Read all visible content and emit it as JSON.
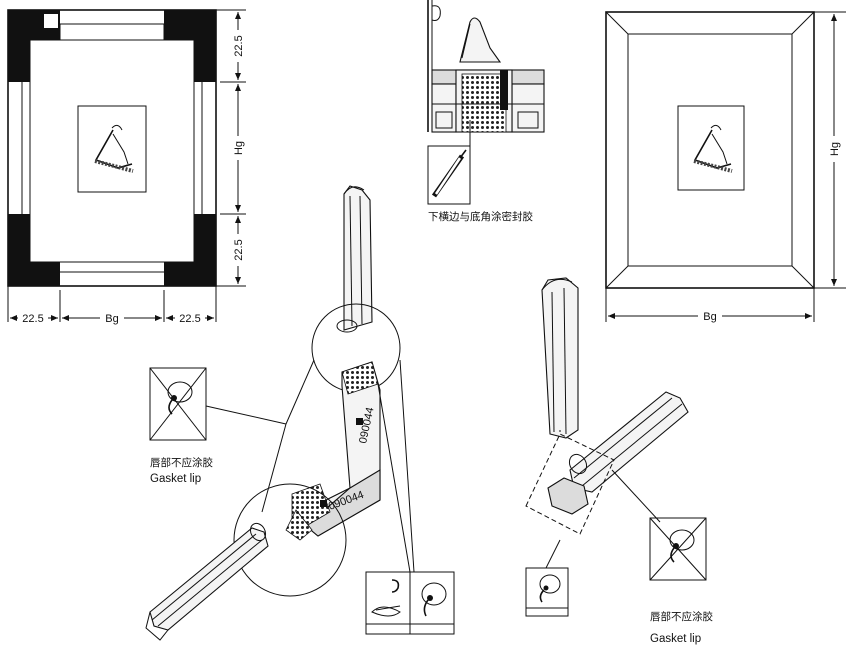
{
  "dimensions": {
    "corner_left": "22.5",
    "width_label": "Bg",
    "corner_right": "22.5",
    "corner_top": "22.5",
    "height_label": "Hg",
    "corner_bottom": "22.5",
    "frame_height_label": "Hg",
    "frame_width_label": "Bg"
  },
  "notes": {
    "bottom_sealant_cn": "下横边与底角涂密封胶",
    "no_glue_left_cn": "唇部不应涂胶",
    "no_glue_left_en": "Gasket lip",
    "no_glue_right_cn": "唇部不应涂胶",
    "no_glue_right_en": "Gasket lip"
  },
  "labels": {
    "corner_key_code_1": "090044",
    "corner_key_code_2": "090044"
  }
}
